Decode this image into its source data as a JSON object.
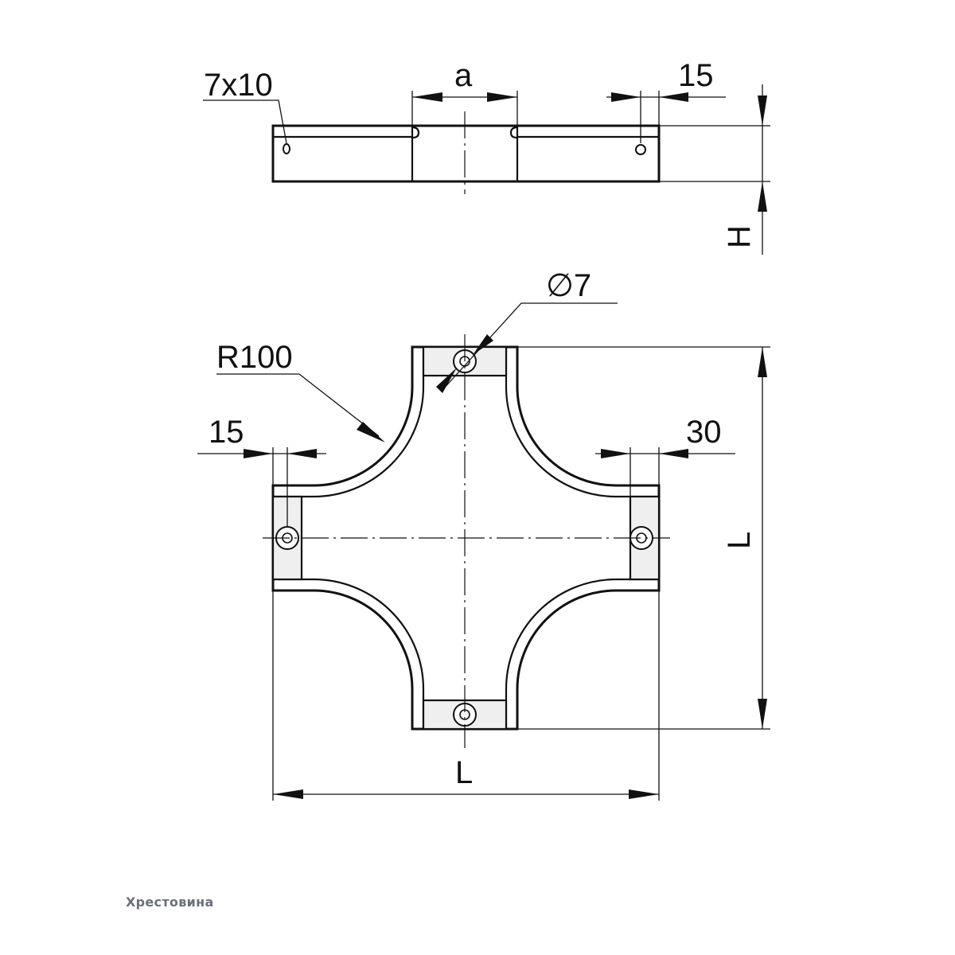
{
  "labels": {
    "slot": "7x10",
    "a": "a",
    "top_15": "15",
    "h": "H",
    "diameter": "∅7",
    "radius": "R100",
    "left_15": "15",
    "right_30": "30",
    "l_vertical": "L",
    "l_horizontal": "L"
  },
  "caption": "Хрестовина"
}
